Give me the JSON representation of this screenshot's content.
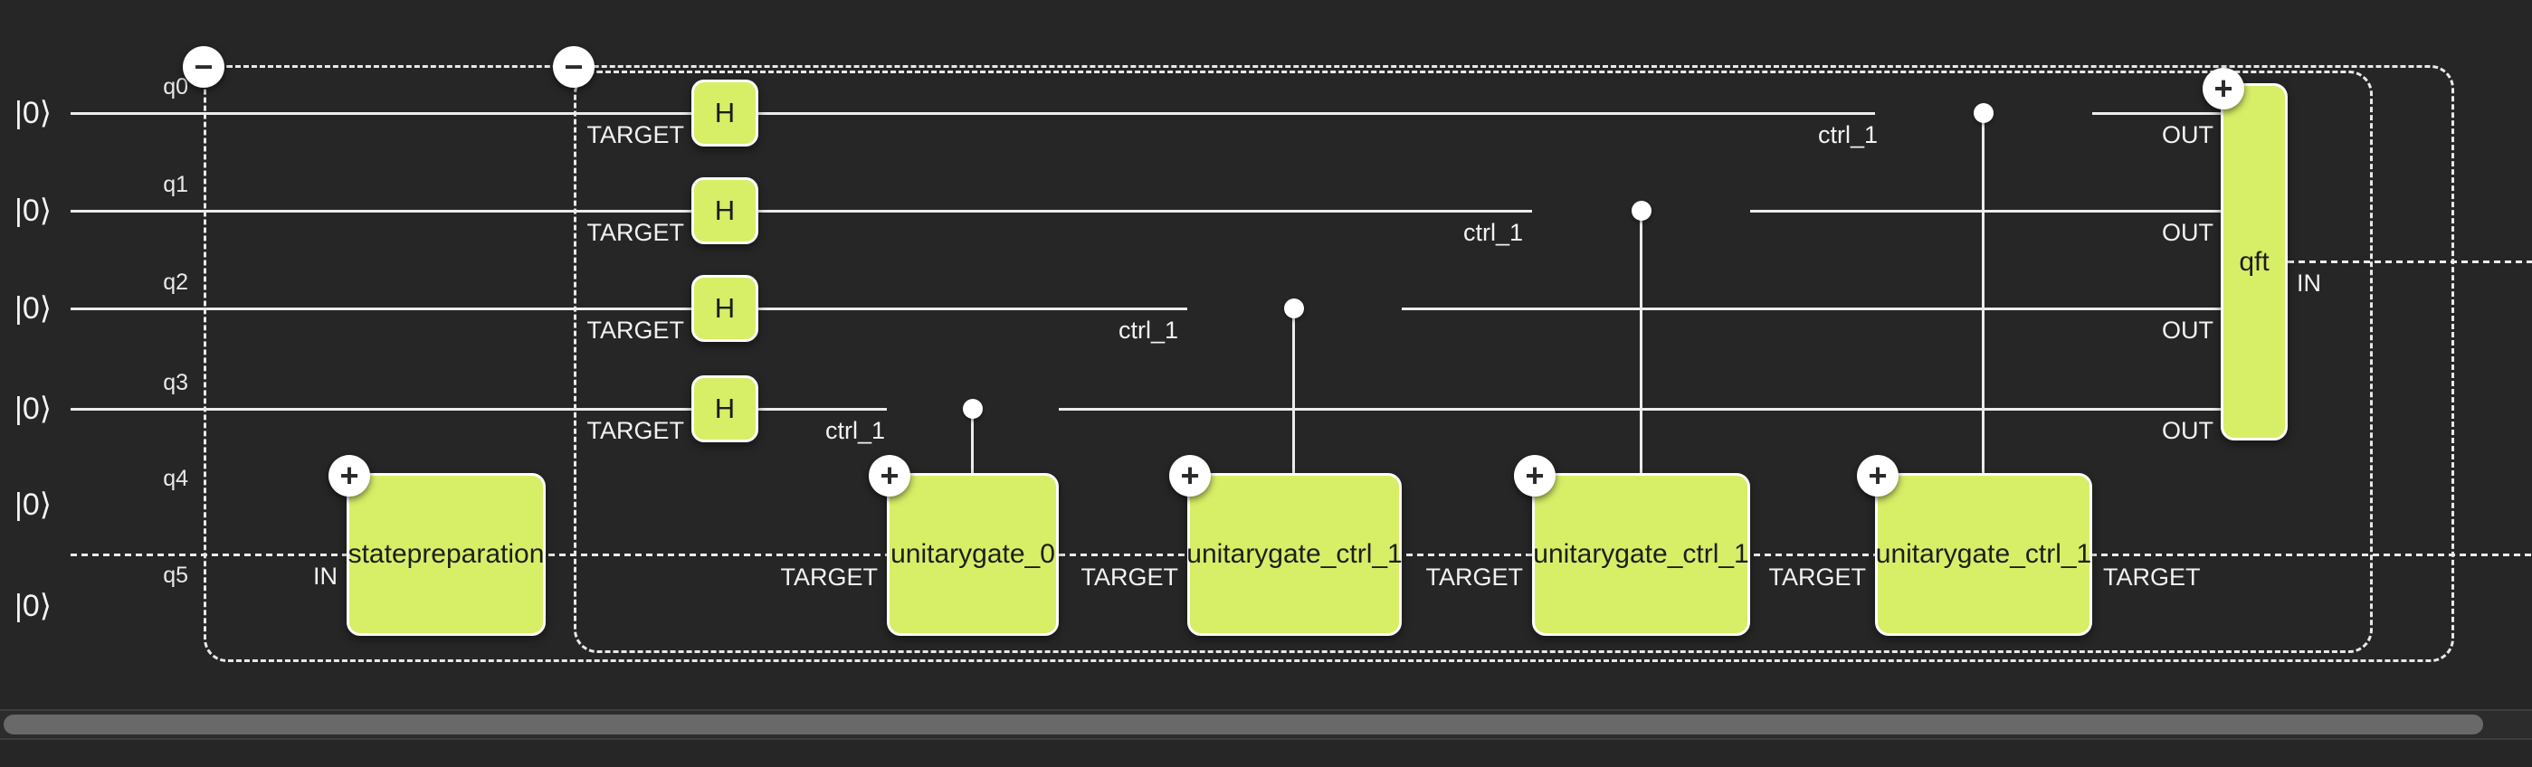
{
  "app": {
    "name": "quantum circuit canvas"
  },
  "colors": {
    "background": "#262626",
    "gate_fill": "#d7ee67",
    "gate_border": "#ffffff",
    "gate_text": "#1d1d1d",
    "wire": "#ececec",
    "label_text": "#f2f2f2",
    "control_dot": "#ffffff",
    "scrollbar_thumb": "#696969",
    "scrollbar_track": "#2c2c2c"
  },
  "qubits": {
    "kets": [
      "|0⟩",
      "|0⟩",
      "|0⟩",
      "|0⟩",
      "|0⟩",
      "|0⟩"
    ],
    "wire_labels": [
      "q0",
      "q1",
      "q2",
      "q3",
      "q4",
      "q5"
    ]
  },
  "containers": {
    "outer_collapse_icon": "−",
    "inner_collapse_icon": "−"
  },
  "icons": {
    "add": "+"
  },
  "h_gates": {
    "label": "H",
    "port_label": "TARGET"
  },
  "gates": {
    "stateprep": {
      "name": "statepreparation",
      "in_port": "IN",
      "add_icon": "+"
    },
    "unitary": [
      {
        "name": "unitarygate_0",
        "target_port": "TARGET",
        "ctrl_label": "ctrl_1",
        "add_icon": "+"
      },
      {
        "name": "unitarygate_ctrl_1",
        "target_port": "TARGET",
        "ctrl_label": "ctrl_1",
        "add_icon": "+"
      },
      {
        "name": "unitarygate_ctrl_1",
        "target_port": "TARGET",
        "ctrl_label": "ctrl_1",
        "add_icon": "+"
      },
      {
        "name": "unitarygate_ctrl_1",
        "target_port": "TARGET",
        "ctrl_label": "ctrl_1",
        "add_icon": "+"
      }
    ],
    "qft": {
      "name": "qft",
      "out_ports": [
        "OUT",
        "OUT",
        "OUT",
        "OUT"
      ],
      "in_port": "IN",
      "target_port": "TARGET",
      "add_icon": "+"
    }
  }
}
